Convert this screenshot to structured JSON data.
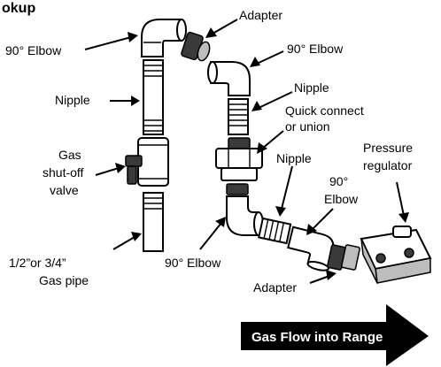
{
  "header": {
    "title_fragment": "okup"
  },
  "labels": {
    "elbow_top_left": "90° Elbow",
    "adapter_top": "Adapter",
    "elbow_top_right": "90° Elbow",
    "nipple_left": "Nipple",
    "nipple_right": "Nipple",
    "quick_connect_line1": "Quick connect",
    "quick_connect_line2": "or union",
    "gas_valve_line1": "Gas",
    "gas_valve_line2": "shut-off",
    "gas_valve_line3": "valve",
    "nipple_lower": "Nipple",
    "elbow_lower_right_line1": "90°",
    "elbow_lower_right_line2": "Elbow",
    "pressure_regulator_line1": "Pressure",
    "pressure_regulator_line2": "regulator",
    "gas_pipe_line1": "1/2”or 3/4”",
    "gas_pipe_line2": "Gas pipe",
    "elbow_bottom": "90° Elbow",
    "adapter_bottom": "Adapter"
  },
  "flow_arrow": {
    "text": "Gas Flow into Range"
  },
  "colors": {
    "ink": "#000000",
    "paper": "#ffffff",
    "fitting_dark": "#3a3a3a",
    "fitting_grey": "#bdbdbd"
  }
}
